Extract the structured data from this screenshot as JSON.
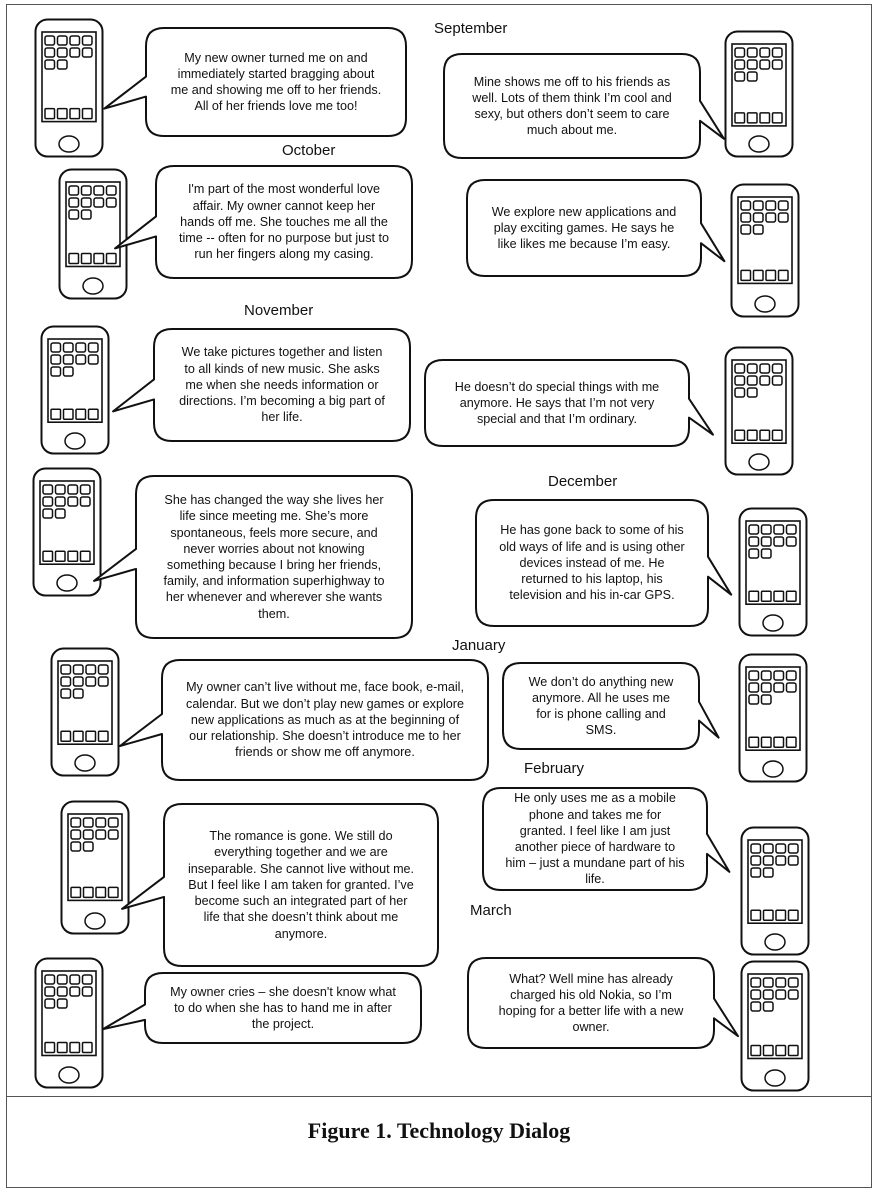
{
  "caption": "Figure 1. Technology Dialog",
  "months": {
    "september": "September",
    "october": "October",
    "november": "November",
    "december": "December",
    "january": "January",
    "february": "February",
    "march": "March"
  },
  "dialog": {
    "sep_left": "My new owner turned me on and immediately started bragging about me and showing me off to her friends.  All of her friends love me too!",
    "sep_right": "Mine shows me off to his friends as well.  Lots of them think I’m cool and sexy, but others don’t seem to care much about me.",
    "oct_left": "I'm part of the most wonderful love affair. My owner cannot keep her hands off me. She touches me all the time -- often for no purpose but just to run her fingers along my casing.",
    "oct_right": "We explore new applications and play exciting games. He says he like likes me because I’m easy.",
    "nov_left": "We take pictures together and listen to all kinds of new music. She asks me when she needs information or directions.  I’m becoming a big part of her life.",
    "nov_right": "He doesn’t do special things with me anymore.  He says that I’m not very special and that I’m ordinary.",
    "dec_left": "She has changed the way she lives her life since meeting me.  She’s more spontaneous, feels more secure, and never worries about not knowing something because I bring her friends, family, and information superhighway to her whenever and wherever she wants them.",
    "dec_right": "He has gone back to some of his old ways of life and is using other devices instead of me. He returned to his laptop, his television and his in-car GPS.",
    "jan_left": "My owner can’t live without me, face book, e-mail, calendar.  But we don’t play new games or explore new applications as much as at the beginning of our relationship.  She doesn’t introduce me to her friends or show me off anymore.",
    "jan_right": "We don’t do anything new anymore.  All he uses me for is phone calling and SMS.",
    "feb_left": "The romance is gone.  We still do everything together and we are inseparable.  She cannot live without me.  But I feel like I am taken for granted. I’ve become such an integrated part of her life that she doesn’t think about me anymore.",
    "feb_right": "He only uses me as a mobile phone and takes me for granted.  I feel like I am just another piece of hardware to him – just a mundane part of his life.",
    "mar_left": "My  owner cries – she doesn't know what to do when she has to hand me in after the project.",
    "mar_right": "What? Well mine has already charged his old Nokia, so I’m hoping for a better life with a new owner."
  }
}
